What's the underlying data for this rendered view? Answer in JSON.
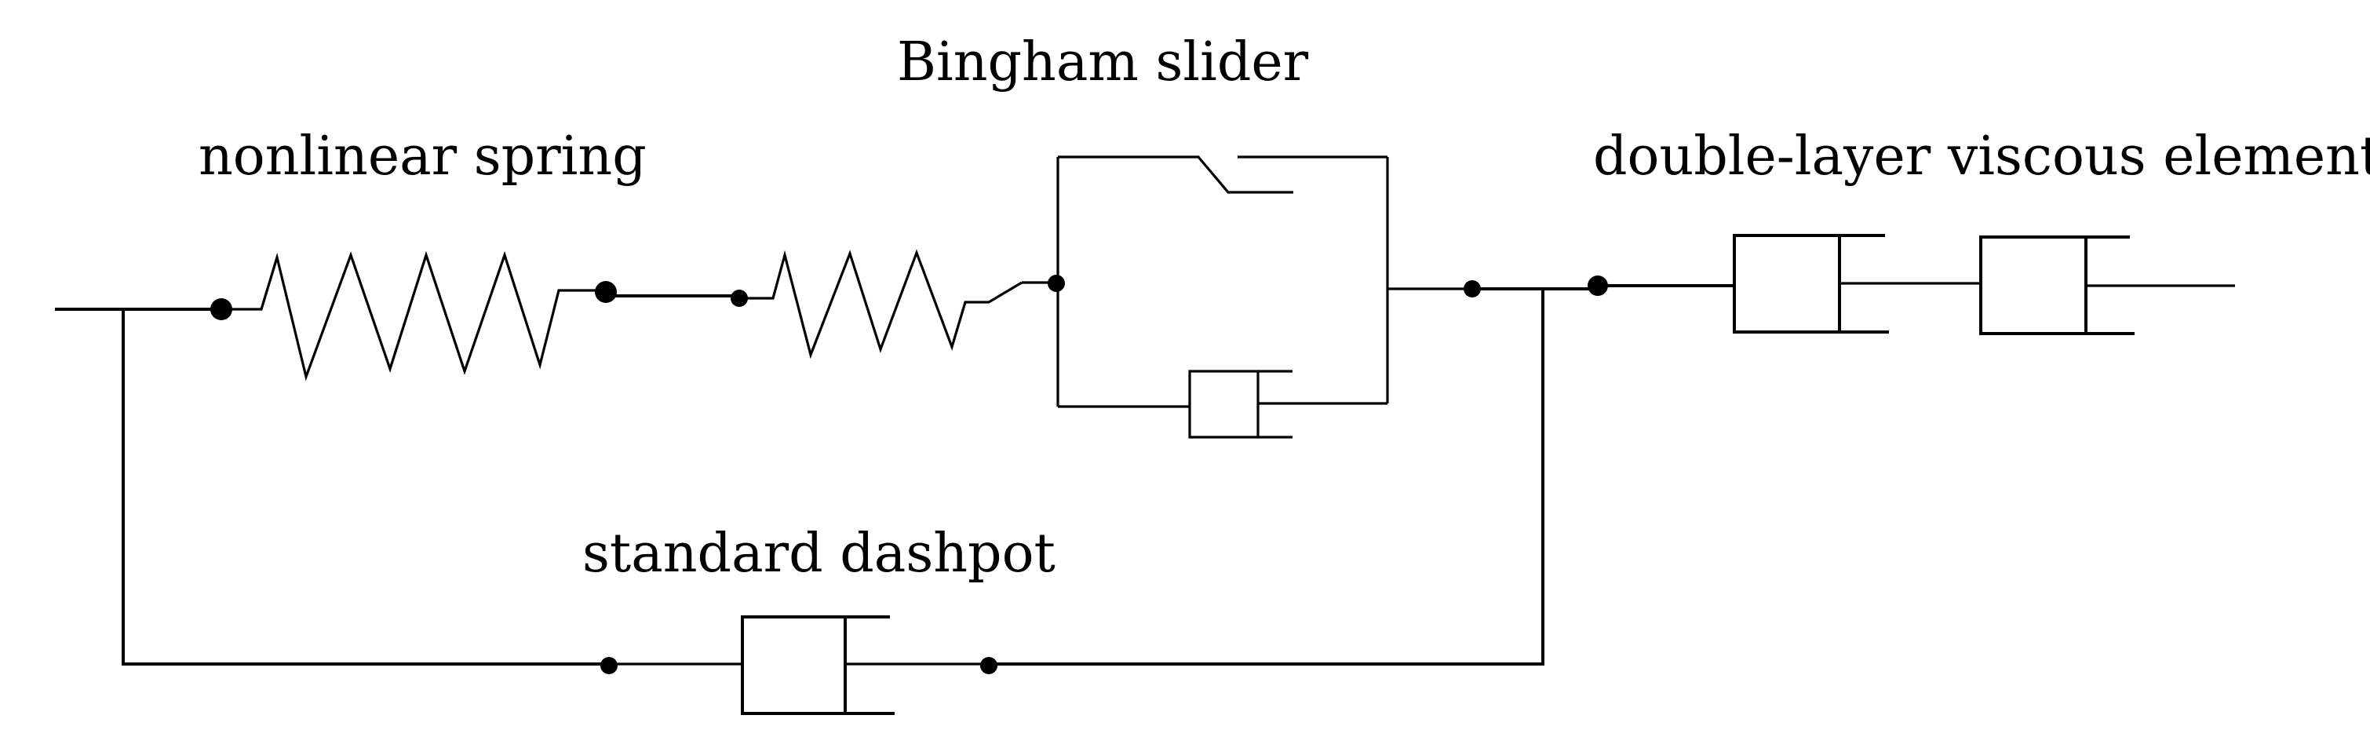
{
  "labels": {
    "nonlinear_spring": "nonlinear spring",
    "bingham_slider": "Bingham slider",
    "double_layer_viscous_element": "double-layer viscous element",
    "standard_dashpot": "standard dashpot"
  },
  "colors": {
    "line": "#000000",
    "background": "#ffffff"
  }
}
